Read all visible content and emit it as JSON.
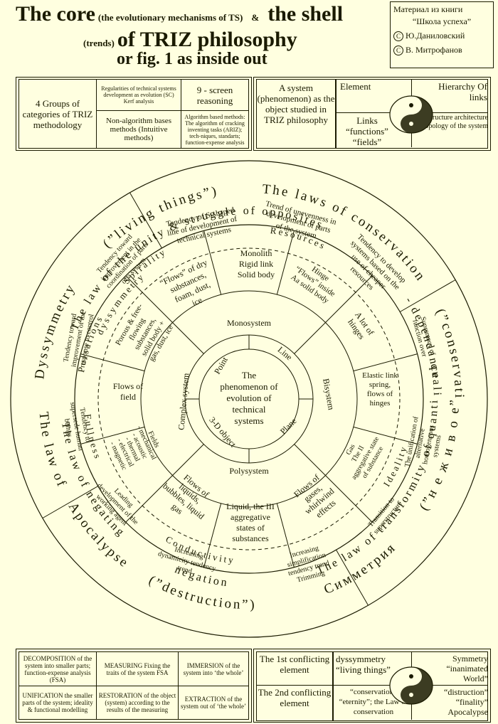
{
  "title": {
    "line1a": "The core",
    "line1b": "(the evolutionary mechanisms of TS)",
    "line1c": "&",
    "line1d": "the shell",
    "line2a": "(trends)",
    "line2b": "of TRIZ philosophy",
    "line3": "or fig. 1 as inside out"
  },
  "credits": {
    "line1": "Материал из книги",
    "line2": "“Школа успеха”",
    "author1": "Ю.Даниловский",
    "author2": "В.  Митрофанов",
    "symbol": "C"
  },
  "top_left": {
    "groups": "4 Groups of categories of TRIZ methodology",
    "regularities": "Regularities of technical systems development as evolution (SC) Kerf analysis",
    "nine_screen": "9 - screen reasoning",
    "non_algorithm": "Non-algorithm bases methods (Intuitive methods)",
    "algorithm": "Algorithm based methods: The algorithm of cracking inventing tasks (ARIZ); tech-niques, standarts; function-expense analysis"
  },
  "top_right": {
    "system": "A system (phenomenon) as the object studied in TRIZ philosophy",
    "element": "Element",
    "hierarchy": "Hierarchy Of links",
    "links": "Links “functions” “fields”",
    "structure": "structure architecture Topology of the system"
  },
  "circle": {
    "center": [
      "The",
      "phenomenon of",
      "evolution of",
      "technical",
      "systems"
    ],
    "inner": {
      "point": "Point",
      "line": "Line",
      "plane": "Plane",
      "object3d": "3-D object"
    },
    "middle": {
      "mono": "Monosystem",
      "bi": "Bisystem",
      "poly": "Polysystem",
      "complex": "Complex system"
    },
    "segments": {
      "monolith": [
        "Monolith",
        "Rigid link",
        "Solid body"
      ],
      "hinge": [
        "Hinge",
        "“Flows” inside",
        "Aa solid body"
      ],
      "lot_of_hinges": [
        "A lot of",
        "hinges"
      ],
      "elastic": [
        "Elastic link",
        "spring,",
        "flows of",
        "hinges"
      ],
      "gas": [
        "Gas",
        "The II",
        "aggregative state",
        "of substance"
      ],
      "gases": [
        "Flows of",
        "gases,",
        "whirlwind",
        "effects"
      ],
      "liquid": [
        "Liquid, the III",
        "aggregative",
        "states of",
        "substances"
      ],
      "liquids": [
        "Flows of",
        "liquids,",
        "bubbles, liquid",
        "gas"
      ],
      "fields": [
        "Fields",
        "- mechanical",
        "- acoustic",
        "- thermal",
        "- electrical",
        "- magnetic"
      ],
      "flows_field": [
        "Flows of",
        "field"
      ],
      "porous": [
        "Porous & free-",
        "flowing",
        "substances,",
        "solid body +",
        "gas, dust, ice"
      ],
      "dry": [
        "“Flows” of dry",
        "substances,",
        "foam, dust,",
        "ice"
      ]
    },
    "trends": {
      "s_shaped": [
        "Tendency of S-shaped",
        "line of development of",
        "technical systems"
      ],
      "unevenness": [
        "Trend of unevenness in",
        "development of parts",
        "of the system"
      ],
      "cheaper": [
        "Tendency to develop",
        "systems based on the",
        "use of cheaper",
        "resources"
      ],
      "supremacy": [
        "Supremacy of",
        "function over"
      ],
      "unification": [
        "The unification of",
        "alternative",
        "homogeneous",
        "systems"
      ],
      "superstructure": [
        "Transition to",
        "superstructure"
      ],
      "simplification": [
        "Increasing",
        "simplification",
        "tendency trend",
        "Trimming"
      ],
      "dynamicity": [
        "Increasing",
        "dynamicity tendency",
        "trend"
      ],
      "working_agent": [
        "Leading",
        "development of the",
        "working agent"
      ],
      "supersede": [
        "Tendency to",
        "supersede human",
        "beings"
      ],
      "control": [
        "Tendency toward",
        "improvement of the",
        "response to control"
      ],
      "coordination": [
        "Tendency toward",
        "improvement in the",
        "coordination of parts",
        "of a system"
      ]
    },
    "ring_words": {
      "spirality": "Spirality",
      "resources": "Resources",
      "ideality": "Ideality",
      "conductivity": "Conductivity",
      "fullness": "Fullness",
      "pulsations": "Pulsations",
      "dyssymmetry_inner": "dyssymmetry",
      "unity": "The law of the unity & struggle of opposites",
      "dependance": "- dependance",
      "quantity": "of quantity into",
      "transformity": "The law of transformity",
      "negation": "negation",
      "law_of_negating": "The law of negating",
      "law_of_conservation": "The laws of conservation",
      "conservation_q": "(”conservation”)",
      "quality": "quality",
      "nezhivoe": "(”н е ж и в о е”)",
      "simmetria": "Симметрия",
      "destruction": "(”destruction”)",
      "apocalypse": "Apocalypse",
      "law_of": "The  law  of",
      "dyssymmetry_outer": "Dyssymmetry",
      "living": "(”living things”)"
    }
  },
  "bottom_left": {
    "decomposition": "DECOMPOSITION of the system into smaller parts; function-expense analysis (FSA)",
    "measuring": "MEASURING Fixing the traits of the system FSA",
    "immersion": "IMMERSION of the system into ‘the whole’",
    "unification": "UNIFICATION the smaller parts of the system; ideality & functional modelling",
    "restoration": "RESTORATION of the object (system) according to the results of the measuring",
    "extraction": "EXTRACTION of the system out of ‘the whole’"
  },
  "bottom_right": {
    "first": "The 1st conflicting element",
    "second": "The 2nd conflicting element",
    "dyssymmetry": "dyssymmetry “living things”",
    "symmetry": "Symmetry “inanimated World”",
    "conservation": "“conservation” “eternity”; the Law of conservation",
    "distruction": "“distruction” “finality” Apocalypse"
  }
}
